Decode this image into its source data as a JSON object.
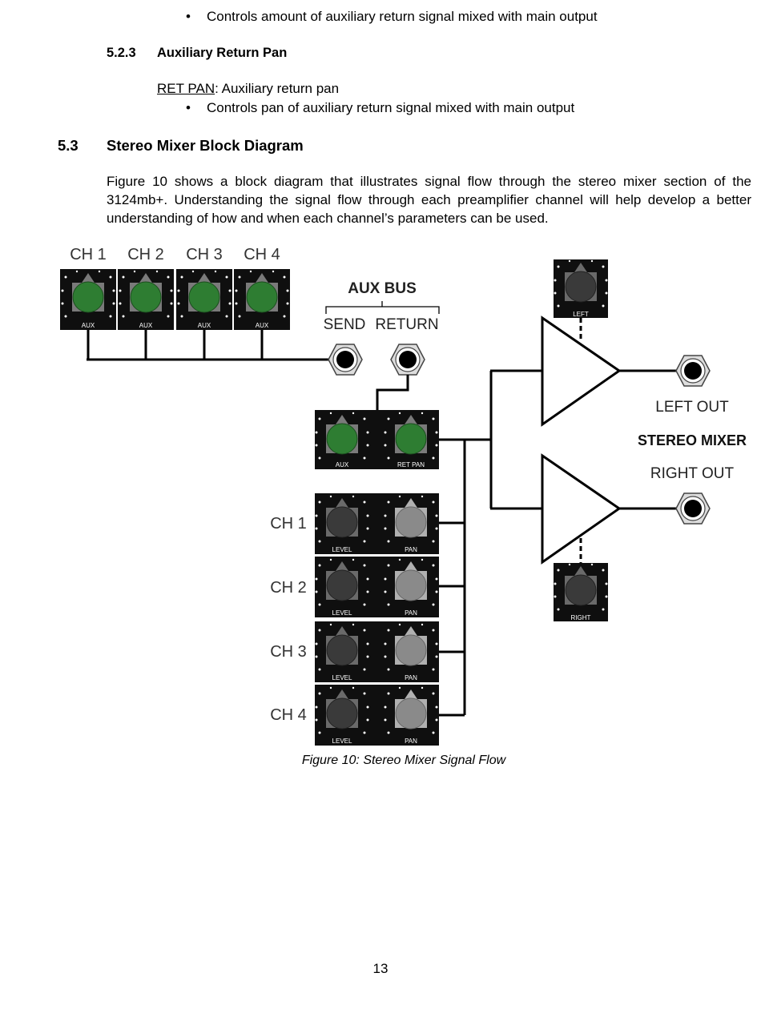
{
  "bullets": {
    "aux_return_level": "Controls amount of auxiliary return signal mixed with main output",
    "aux_return_pan": "Controls pan of auxiliary return signal mixed with main output"
  },
  "bullet_char": "•",
  "section_523": {
    "number": "5.2.3",
    "title": "Auxiliary Return Pan",
    "term": "RET PAN",
    "definition": ": Auxiliary return pan"
  },
  "section_53": {
    "number": "5.3",
    "title": "Stereo Mixer Block Diagram",
    "paragraph": "Figure 10 shows a block diagram that illustrates signal flow through the stereo mixer section of the 3124mb+. Understanding the signal flow through each preamplifier channel will help develop a better understanding of how and when each channel’s parameters can be used."
  },
  "diagram": {
    "top_channels": [
      "CH 1",
      "CH 2",
      "CH 3",
      "CH 4"
    ],
    "top_knob_label": "AUX",
    "aux_bus_title": "AUX BUS",
    "send_label": "SEND",
    "return_label": "RETURN",
    "return_knob_labels": [
      "AUX",
      "RET PAN"
    ],
    "mixer_channels": [
      "CH 1",
      "CH 2",
      "CH 3",
      "CH 4"
    ],
    "level_label": "LEVEL",
    "pan_label": "PAN",
    "left_knob_label": "LEFT",
    "right_knob_label": "RIGHT",
    "left_out": "LEFT OUT",
    "stereo_mixer": "STEREO MIXER",
    "right_out": "RIGHT OUT",
    "colors": {
      "panel": "#0f0f0f",
      "knob_green": "#2e7d32",
      "knob_dark": "#3a3a3a",
      "knob_light": "#8a8a8a"
    }
  },
  "figure_caption": "Figure 10: Stereo Mixer Signal Flow",
  "page_number": "13"
}
